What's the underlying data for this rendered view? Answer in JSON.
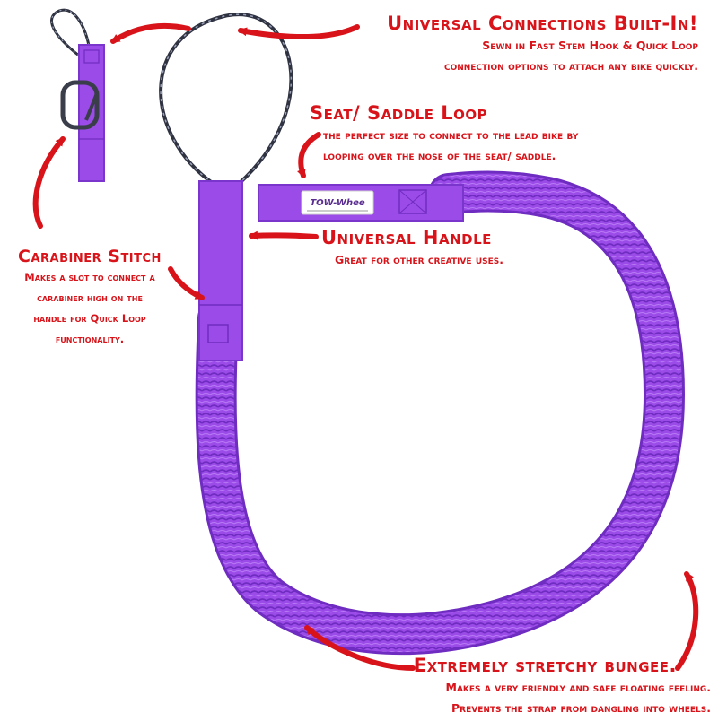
{
  "colors": {
    "annotation": "#d8141a",
    "strap": "#9b4be8",
    "strap_dark": "#6f2cc0",
    "strap_light": "#b97cf5",
    "cord": "#3f4250"
  },
  "product_label": {
    "brand": "TOW-Whee"
  },
  "callouts": {
    "connections": {
      "title": "Universal Connections Built-In!",
      "line1": "Sewn in Fast Stem Hook & Quick Loop",
      "line2": "connection options to attach any bike quickly."
    },
    "saddle": {
      "title": "Seat/ Saddle Loop",
      "line1": "the perfect size to connect to the lead bike by",
      "line2": "looping over the nose of the seat/ saddle."
    },
    "handle": {
      "title": "Universal Handle",
      "line1": "Great for other creative uses."
    },
    "carabiner": {
      "title": "Carabiner Stitch",
      "line1": "Makes a slot to connect a",
      "line2": "carabiner high on the",
      "line3": "handle for Quick Loop",
      "line4": "functionality."
    },
    "bungee": {
      "title": "Extremely stretchy bungee.",
      "line1": "Makes a very friendly and safe floating feeling.",
      "line2": "Prevents the strap from dangling into wheels."
    }
  }
}
